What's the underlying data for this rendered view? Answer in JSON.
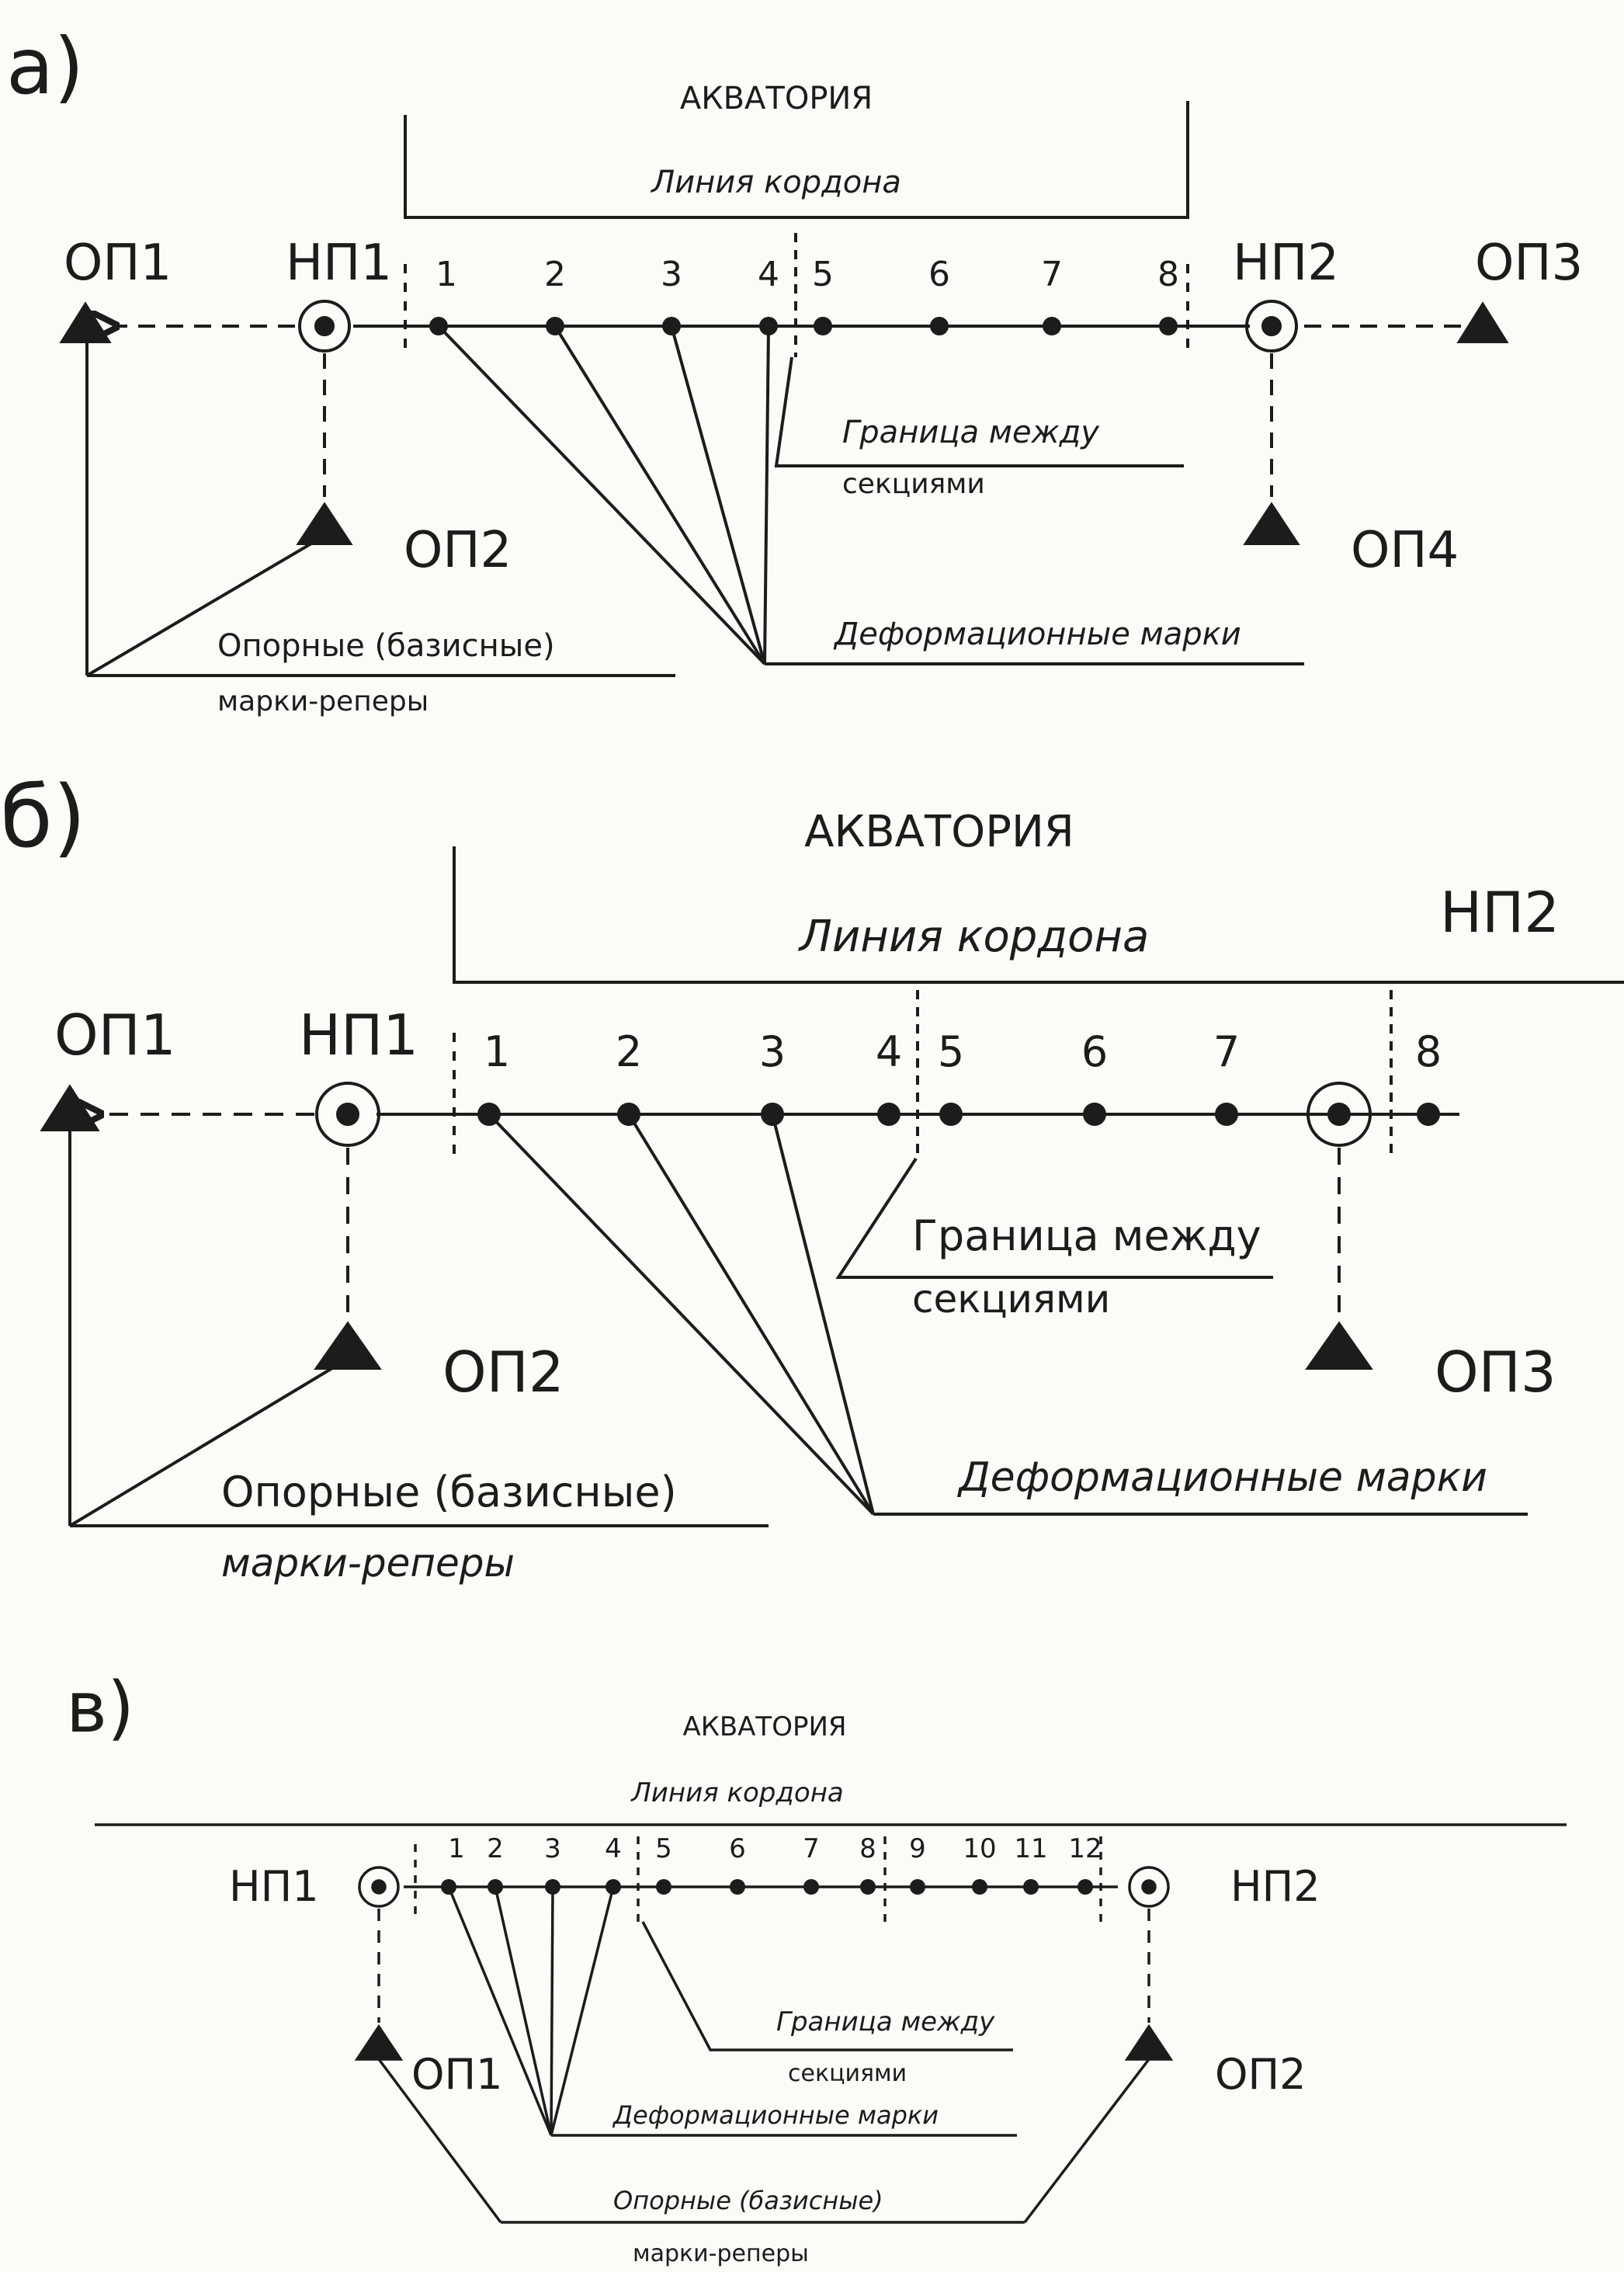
{
  "diagram_a": {
    "panel_label": "a)",
    "aquatoria": "АКВАТОРИЯ",
    "cordon_line": "Линия кордона",
    "np1": "НП1",
    "np2": "НП2",
    "op1": "ОП1",
    "op2": "ОП2",
    "op3": "ОП3",
    "op4": "ОП4",
    "marks": [
      "1",
      "2",
      "3",
      "4",
      "5",
      "6",
      "7",
      "8"
    ],
    "section_border_line1": "Граница между",
    "section_border_line2": "секциями",
    "deformation_marks": "Деформационные марки",
    "reference_marks_line1": "Опорные (базисные)",
    "reference_marks_line2": "марки-реперы"
  },
  "diagram_b": {
    "panel_label": "б)",
    "aquatoria": "АКВАТОРИЯ",
    "cordon_line": "Линия кордона",
    "np1": "НП1",
    "np2": "НП2",
    "op1": "ОП1",
    "op2": "ОП2",
    "op3": "ОП3",
    "marks": [
      "1",
      "2",
      "3",
      "4",
      "5",
      "6",
      "7",
      "8"
    ],
    "section_border_line1": "Граница между",
    "section_border_line2": "секциями",
    "deformation_marks": "Деформационные марки",
    "reference_marks_line1": "Опорные (базисные)",
    "reference_marks_line2": "марки-реперы"
  },
  "diagram_c": {
    "panel_label": "в)",
    "aquatoria": "АКВАТОРИЯ",
    "cordon_line": "Линия кордона",
    "np1": "НП1",
    "np2": "НП2",
    "op1": "ОП1",
    "op2": "ОП2",
    "marks": [
      "1",
      "2",
      "3",
      "4",
      "5",
      "6",
      "7",
      "8",
      "9",
      "10",
      "11",
      "12"
    ],
    "section_border_line1": "Граница между",
    "section_border_line2": "секциями",
    "deformation_marks": "Деформационные марки",
    "reference_marks_line1": "Опорные (базисные)",
    "reference_marks_line2": "марки-реперы"
  },
  "colors": {
    "ink": "#1c1c1c",
    "paper": "#fbfbf7"
  }
}
